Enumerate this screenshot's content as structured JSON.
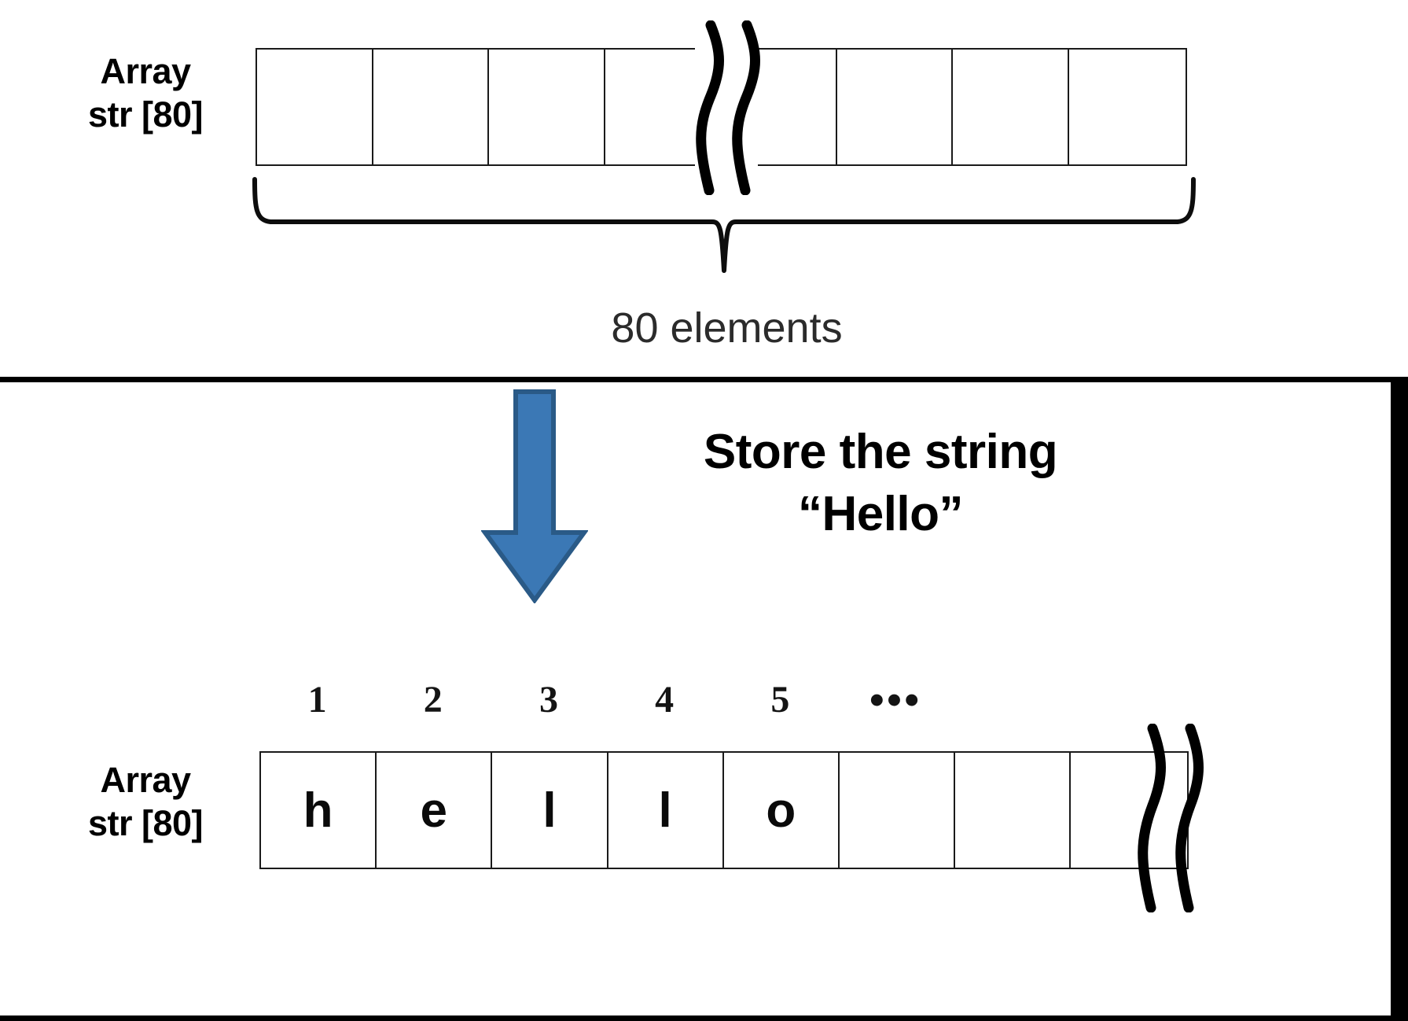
{
  "top": {
    "array_label_line1": "Array",
    "array_label_line2": "str [80]",
    "cells": [
      "",
      "",
      "",
      "",
      "",
      "",
      "",
      ""
    ],
    "brace_caption": "80 elements",
    "break_symbol": "squiggle-break"
  },
  "transition": {
    "arrow": "down-arrow",
    "arrow_color": "#3b78b5",
    "arrow_outline_color": "#2a5a87",
    "headline_line1": "Store the string",
    "headline_line2": "“Hello”"
  },
  "bottom": {
    "array_label_line1": "Array",
    "array_label_line2": "str [80]",
    "index_labels": [
      "1",
      "2",
      "3",
      "4",
      "5",
      "•••",
      "",
      ""
    ],
    "cells": [
      "h",
      "e",
      "l",
      "l",
      "o",
      "",
      "",
      ""
    ],
    "break_symbol": "squiggle-break"
  },
  "colors": {
    "ink": "#000000",
    "cell_border": "#1a1a1a",
    "caption_text": "#2b2b2b",
    "panel_border": "#000000",
    "background": "#ffffff"
  }
}
